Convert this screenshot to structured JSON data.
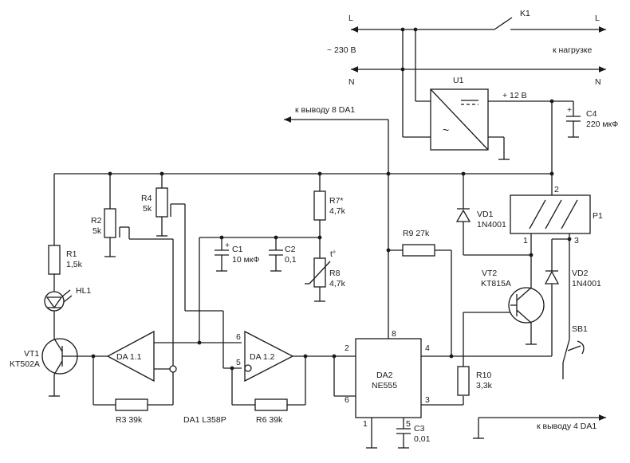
{
  "mains": {
    "L_left": "L",
    "L_right": "L",
    "N_left": "N",
    "N_right": "N",
    "voltage": "~ 230 В",
    "load": "к нагрузке"
  },
  "relay_contact": "K1",
  "psu": {
    "name": "U1",
    "output": "+ 12 В",
    "symbol": "~"
  },
  "c4": {
    "name": "C4",
    "value": "220 мкФ",
    "plus": "+"
  },
  "to_pin8": "к выводу 8 DA1",
  "to_pin4": "к выводу 4 DA1",
  "r1": {
    "name": "R1",
    "value": "1,5k"
  },
  "r2": {
    "name": "R2",
    "value": "5k"
  },
  "r4": {
    "name": "R4",
    "value": "5k"
  },
  "r7": {
    "name": "R7*",
    "value": "4,7k"
  },
  "r8": {
    "name": "R8",
    "value": "4,7k",
    "temp": "t°"
  },
  "r9": {
    "label": "R9 27k"
  },
  "r10": {
    "name": "R10",
    "value": "3,3k"
  },
  "r3": {
    "label": "R3 39k"
  },
  "r6": {
    "label": "R6 39k"
  },
  "c1": {
    "name": "C1",
    "value": "10 мкФ",
    "plus": "+"
  },
  "c2": {
    "name": "C2",
    "value": "0,1"
  },
  "c3": {
    "name": "C3",
    "value": "0,01"
  },
  "hl1": "HL1",
  "vt1": {
    "name": "VT1",
    "type": "KT502A"
  },
  "vt2": {
    "name": "VT2",
    "type": "KT815A"
  },
  "vd1": {
    "name": "VD1",
    "type": "1N4001"
  },
  "vd2": {
    "name": "VD2",
    "type": "1N4001"
  },
  "p1": {
    "name": "P1",
    "pin1": "1",
    "pin2": "2",
    "pin3": "3"
  },
  "sb1": "SB1",
  "da11": "DA 1.1",
  "da12": {
    "name": "DA 1.2",
    "pin6": "6",
    "pin5": "5"
  },
  "da1_note": "DA1 L358P",
  "da2": {
    "name": "DA2",
    "type": "NE555",
    "p1": "1",
    "p2": "2",
    "p3": "3",
    "p4": "4",
    "p5": "5",
    "p6": "6",
    "p8": "8"
  }
}
